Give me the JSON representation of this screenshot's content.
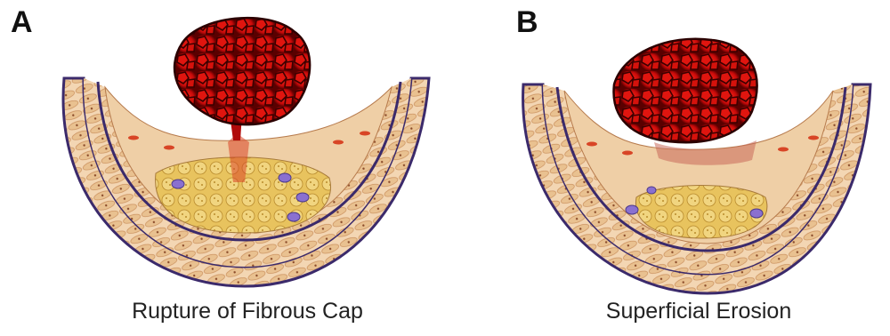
{
  "panels": [
    {
      "letter": "A",
      "caption": "Rupture of Fibrous Cap"
    },
    {
      "letter": "B",
      "caption": "Superficial Erosion"
    }
  ],
  "colors": {
    "vessel_wall": "#f2d2ad",
    "media_cells": "#e7bf8f",
    "elastic_lamina": "#3b2a6b",
    "lipid_core": "#e9c866",
    "thrombus": "#c8090b",
    "thrombus_dark": "#4a0000",
    "macrophage": "#8a70d0",
    "endothelium": "#d44a2a"
  }
}
